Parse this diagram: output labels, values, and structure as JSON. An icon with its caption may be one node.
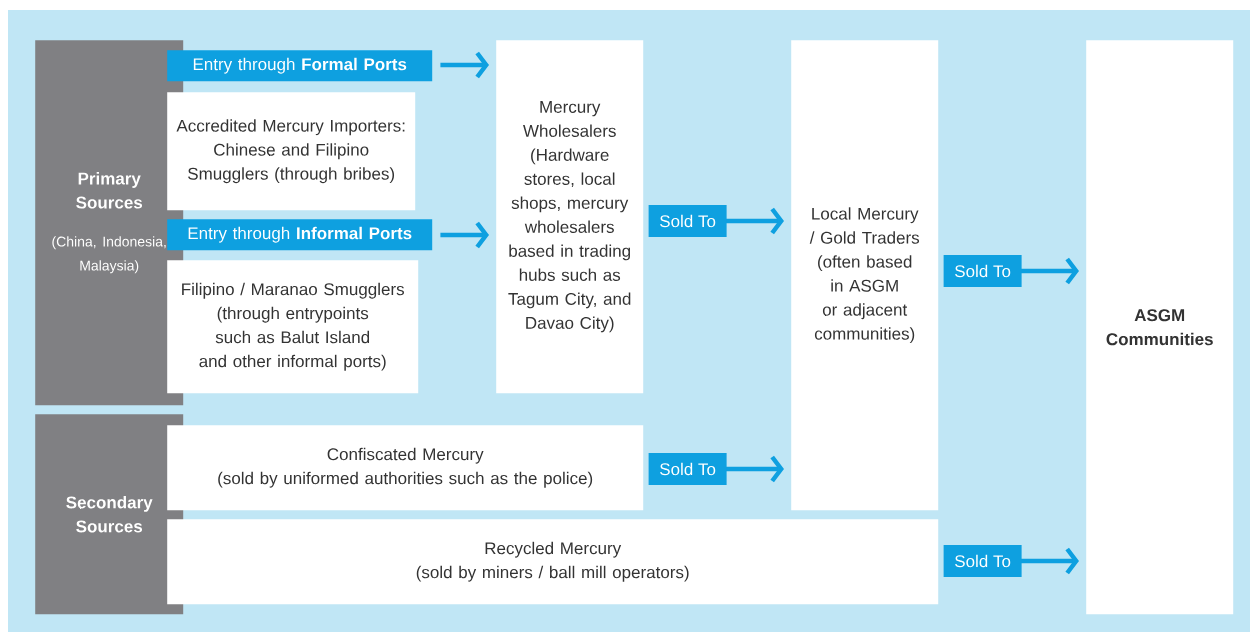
{
  "diagram": {
    "nodes": [
      {
        "text": [
          "Primary Sources",
          "(China, Indonesia, Malaysia)"
        ]
      },
      {
        "text": [
          "Entry through **Formal Ports**"
        ]
      },
      {
        "text": [
          "Accredited Mercury Importers:",
          "Chinese and Filipino Smugglers (through bribes)"
        ]
      },
      {
        "text": [
          "Entry through **Informal Ports**"
        ]
      },
      {
        "text": [
          "Filipino / Maranao Smugglers",
          "(through entrypoints such as Balut Island and other informal ports)"
        ]
      },
      {
        "text": [
          "Mercury Wholesalers",
          "(Hardware stores, local shops, mercury wholesalers based in trading hubs such as Tagum City, and Davao City)"
        ]
      },
      {
        "text": [
          "Local Mercury / Gold Traders",
          "(often based in ASGM or adjacent communities)"
        ]
      },
      {
        "text": [
          "ASGM Communities"
        ]
      },
      {
        "text": [
          "Secondary Sources"
        ]
      },
      {
        "text": [
          "Confiscated Mercury",
          "(sold by uniformed authorities such as the police)"
        ]
      },
      {
        "text": [
          "Recycled Mercury",
          "(sold by miners / ball mill operators)"
        ]
      }
    ],
    "edges": [
      {
        "from": 1,
        "to": 5,
        "arrow": "to"
      },
      {
        "from": 3,
        "to": 5,
        "arrow": "to"
      },
      {
        "from": 5,
        "to": 6,
        "arrow": "to",
        "label": "Sold To"
      },
      {
        "from": 9,
        "to": 6,
        "arrow": "to",
        "label": "Sold To"
      },
      {
        "from": 6,
        "to": 7,
        "arrow": "to",
        "label": "Sold To"
      },
      {
        "from": 10,
        "to": 7,
        "arrow": "to",
        "label": "Sold To"
      }
    ]
  }
}
